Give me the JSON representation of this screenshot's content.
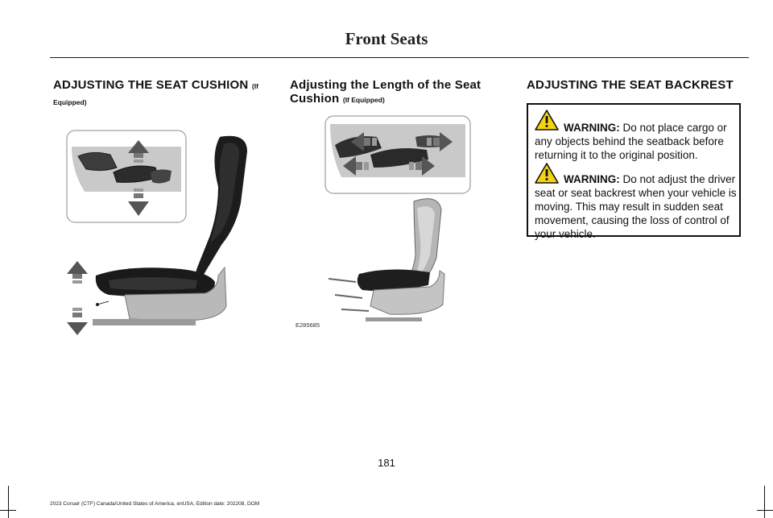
{
  "header": {
    "title": "Front Seats"
  },
  "col1": {
    "heading": "ADJUSTING THE SEAT CUSHION",
    "heading_note_a": "(If",
    "heading_note_b": "Equipped)"
  },
  "col2": {
    "heading_line1": "Adjusting the Length of the Seat",
    "heading_line2": "Cushion",
    "heading_note": "(If Equipped)",
    "image_code": "E285685"
  },
  "col3": {
    "heading": "ADJUSTING THE SEAT BACKREST",
    "warnings": [
      {
        "label": "WARNING:",
        "text": "Do not place cargo or any objects behind the seatback before returning it to the original position."
      },
      {
        "label": "WARNING:",
        "text": "Do not adjust the driver seat or seat backrest when your vehicle is moving. This may result in sudden seat movement, causing the loss of control of your vehicle."
      }
    ]
  },
  "footer": {
    "page_number": "181",
    "edition": "2023 Corsair (CTF) Canada/United States of America, enUSA, Edition date: 202208, DOM"
  },
  "colors": {
    "warning_yellow": "#f5d40f",
    "arrow_gray": "#555555"
  }
}
